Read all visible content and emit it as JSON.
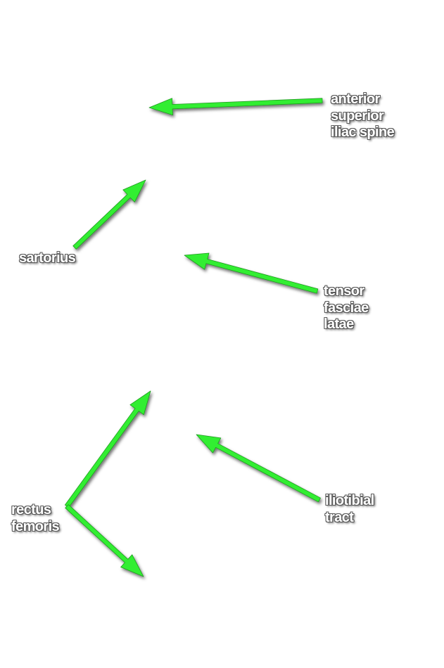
{
  "colors": {
    "arrow": "#33ee33",
    "label_text": "#ffffff",
    "label_outline": "#5a5a5a"
  },
  "labels": {
    "asis": {
      "lines": [
        "anterior",
        "superior",
        "iliac spine"
      ]
    },
    "sartorius": {
      "lines": [
        "sartorius"
      ]
    },
    "tfl": {
      "lines": [
        "tensor",
        "fasciae",
        "latae"
      ]
    },
    "rectus": {
      "lines": [
        "rectus",
        "femoris"
      ]
    },
    "itt": {
      "lines": [
        "iliotibial",
        "tract"
      ]
    }
  }
}
